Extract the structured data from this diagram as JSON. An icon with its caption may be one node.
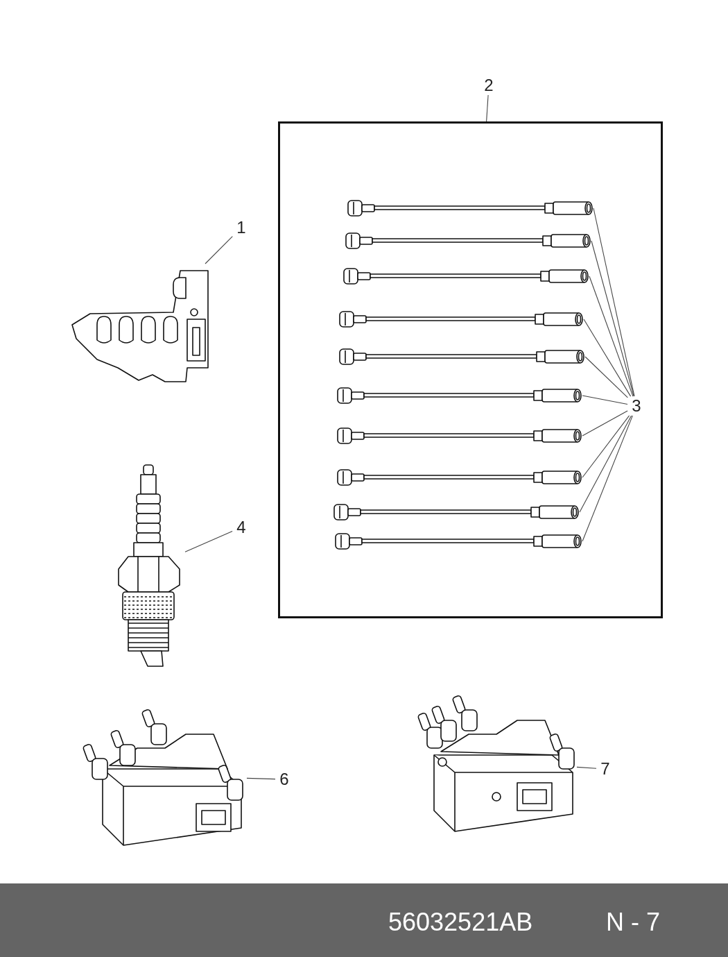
{
  "diagram": {
    "nodes": [
      {
        "text": [
          "1"
        ]
      },
      {
        "text": [],
        "shape": "picture"
      },
      {
        "text": [
          "2"
        ]
      },
      {
        "text": [],
        "shape": "box"
      },
      {
        "text": [],
        "shape": "picture",
        "in": 3
      },
      {
        "text": [],
        "shape": "picture",
        "in": 3
      },
      {
        "text": [],
        "shape": "picture",
        "in": 3
      },
      {
        "text": [],
        "shape": "picture",
        "in": 3
      },
      {
        "text": [],
        "shape": "picture",
        "in": 3
      },
      {
        "text": [],
        "shape": "picture",
        "in": 3
      },
      {
        "text": [],
        "shape": "picture",
        "in": 3
      },
      {
        "text": [],
        "shape": "picture",
        "in": 3
      },
      {
        "text": [],
        "shape": "picture",
        "in": 3
      },
      {
        "text": [],
        "shape": "picture",
        "in": 3
      },
      {
        "text": [
          "3"
        ],
        "in": 3
      },
      {
        "text": [
          "4"
        ]
      },
      {
        "text": [],
        "shape": "picture"
      },
      {
        "text": [
          "6"
        ]
      },
      {
        "text": [],
        "shape": "picture"
      },
      {
        "text": [
          "7"
        ]
      },
      {
        "text": [],
        "shape": "picture"
      }
    ],
    "edges": [
      {
        "from": 0,
        "to": 1,
        "arrow": "none"
      },
      {
        "from": 2,
        "to": 3,
        "arrow": "none"
      },
      {
        "from": 14,
        "to": 4,
        "arrow": "none"
      },
      {
        "from": 14,
        "to": 5,
        "arrow": "none"
      },
      {
        "from": 14,
        "to": 6,
        "arrow": "none"
      },
      {
        "from": 14,
        "to": 7,
        "arrow": "none"
      },
      {
        "from": 14,
        "to": 8,
        "arrow": "none"
      },
      {
        "from": 14,
        "to": 9,
        "arrow": "none"
      },
      {
        "from": 14,
        "to": 10,
        "arrow": "none"
      },
      {
        "from": 14,
        "to": 11,
        "arrow": "none"
      },
      {
        "from": 14,
        "to": 12,
        "arrow": "none"
      },
      {
        "from": 14,
        "to": 13,
        "arrow": "none"
      },
      {
        "from": 15,
        "to": 16,
        "arrow": "none"
      },
      {
        "from": 17,
        "to": 18,
        "arrow": "none"
      },
      {
        "from": 19,
        "to": 20,
        "arrow": "none"
      }
    ],
    "labels": [
      "56032521AB",
      "N - 7"
    ]
  }
}
